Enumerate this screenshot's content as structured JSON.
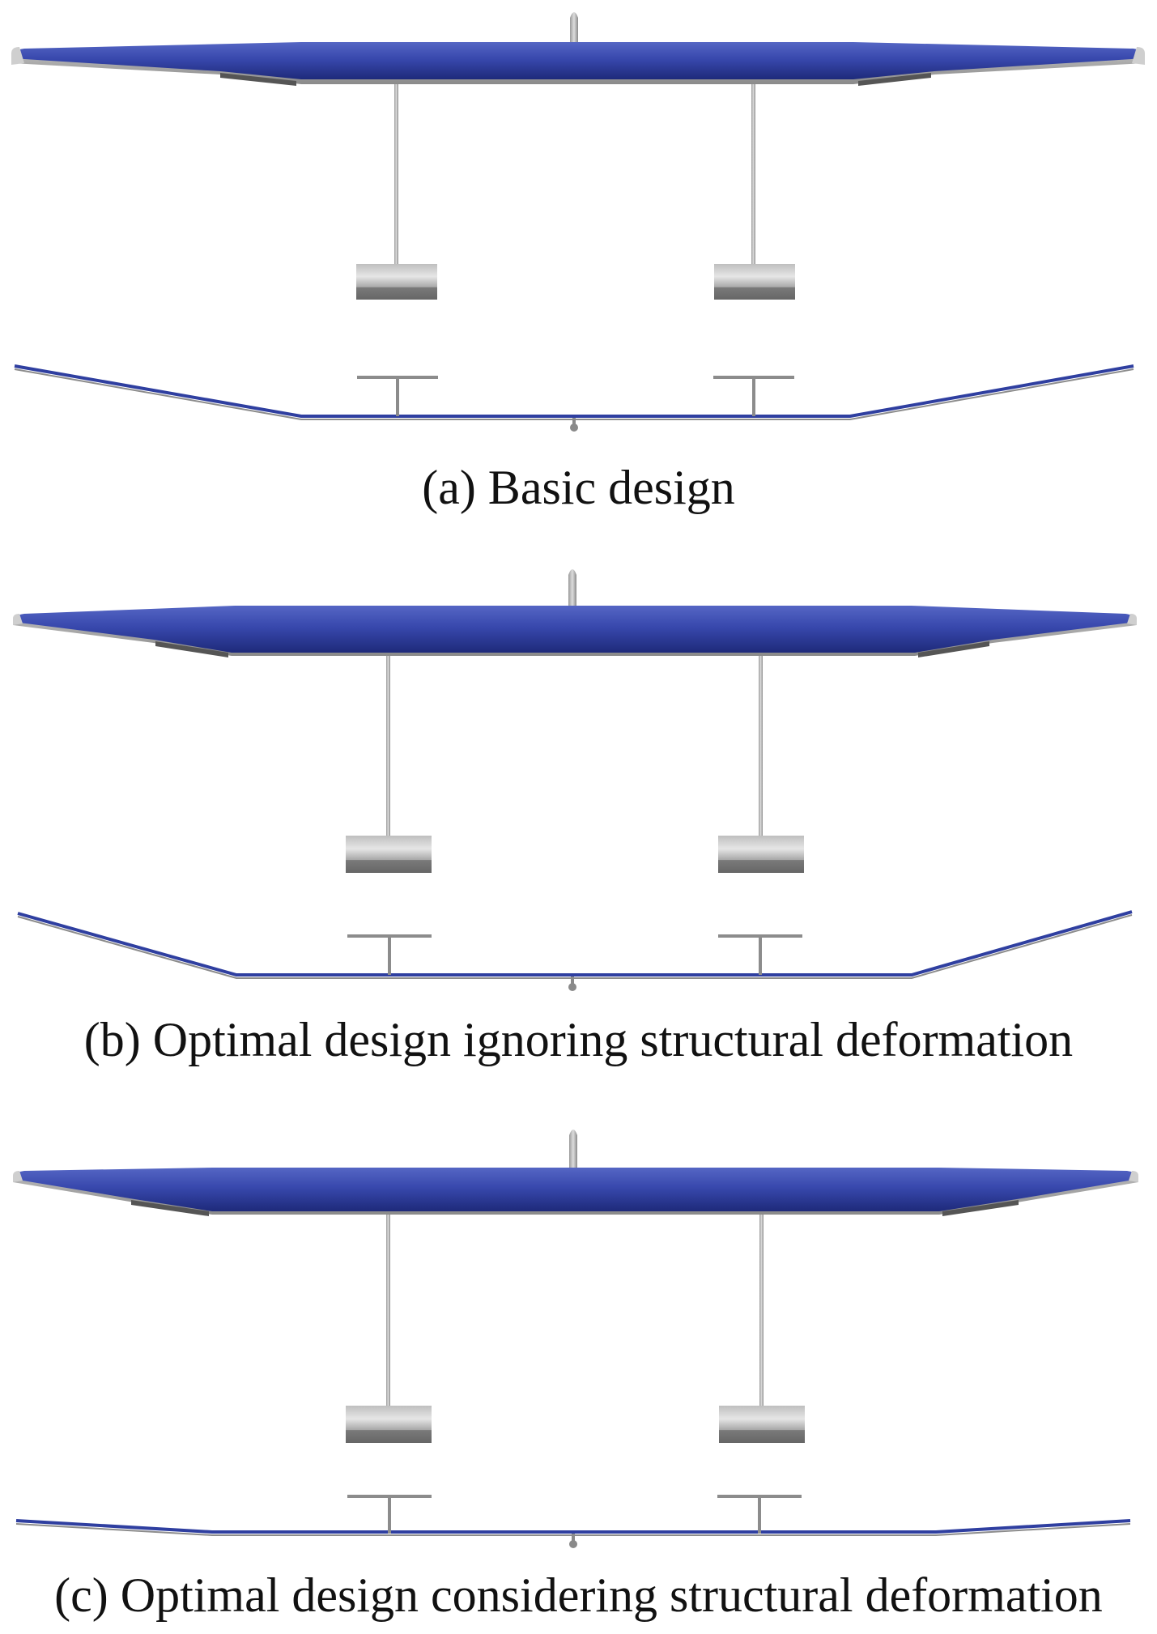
{
  "figure": {
    "colors": {
      "wing_blue": "#2f3fa0",
      "wing_highlight": "#5566c4",
      "wing_shadow": "#1e2a7a",
      "metal_light": "#d9d9d9",
      "metal_mid": "#a5a5a5",
      "metal_dark": "#6e6e6e",
      "strut": "#7d7d7d"
    },
    "panels": [
      {
        "id": "a",
        "caption": "(a) Basic design"
      },
      {
        "id": "b",
        "caption": "(b) Optimal design ignoring structural deformation"
      },
      {
        "id": "c",
        "caption": "(c) Optimal design considering structural deformation"
      }
    ]
  }
}
